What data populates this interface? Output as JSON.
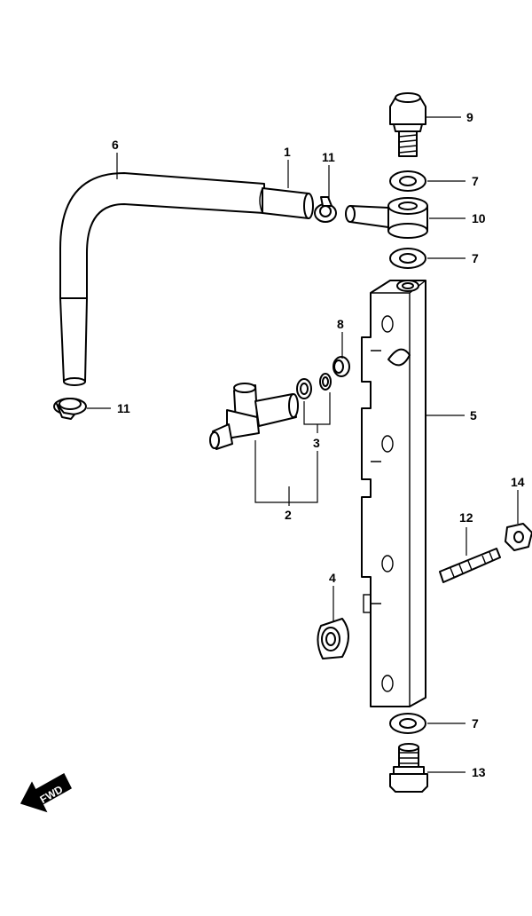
{
  "callouts": {
    "c1": "1",
    "c2": "2",
    "c3": "3",
    "c4": "4",
    "c5": "5",
    "c6": "6",
    "c7a": "7",
    "c7b": "7",
    "c7c": "7",
    "c8": "8",
    "c9": "9",
    "c10": "10",
    "c11a": "11",
    "c11b": "11",
    "c12": "12",
    "c13": "13",
    "c14": "14"
  },
  "fwd_label": "FWD"
}
